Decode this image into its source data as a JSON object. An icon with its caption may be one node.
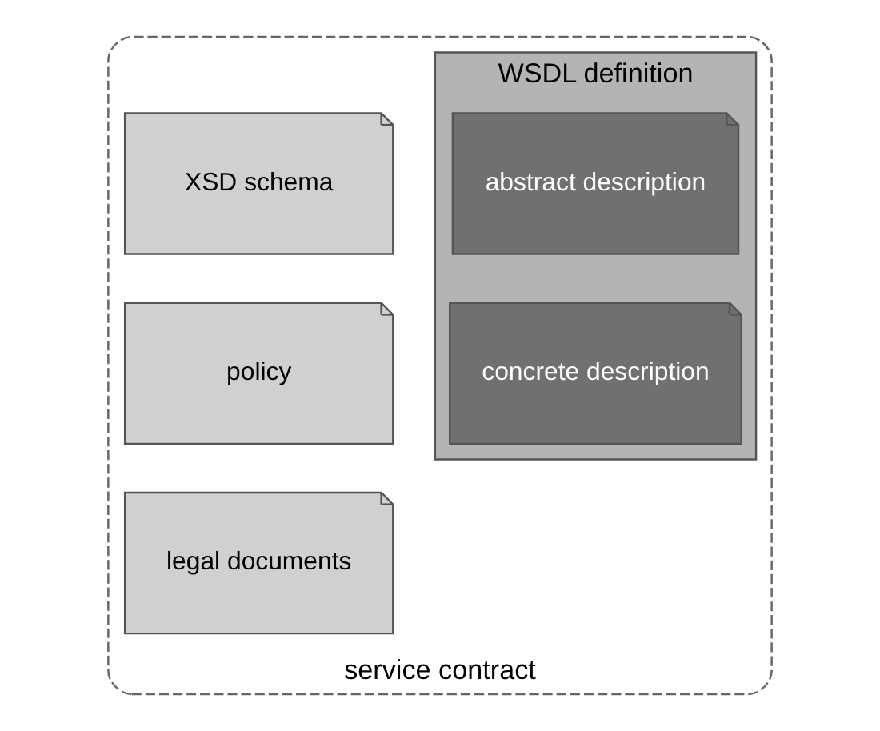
{
  "diagram": {
    "nodes": [
      {
        "text": [
          "service contract"
        ]
      },
      {
        "text": [
          "WSDL definition"
        ],
        "in": 0
      },
      {
        "text": [
          "abstract description"
        ],
        "in": 1
      },
      {
        "text": [
          "concrete description"
        ],
        "in": 1
      },
      {
        "text": [
          "XSD schema"
        ],
        "in": 0
      },
      {
        "text": [
          "policy"
        ],
        "in": 0
      },
      {
        "text": [
          "legal documents"
        ],
        "in": 0
      }
    ]
  }
}
